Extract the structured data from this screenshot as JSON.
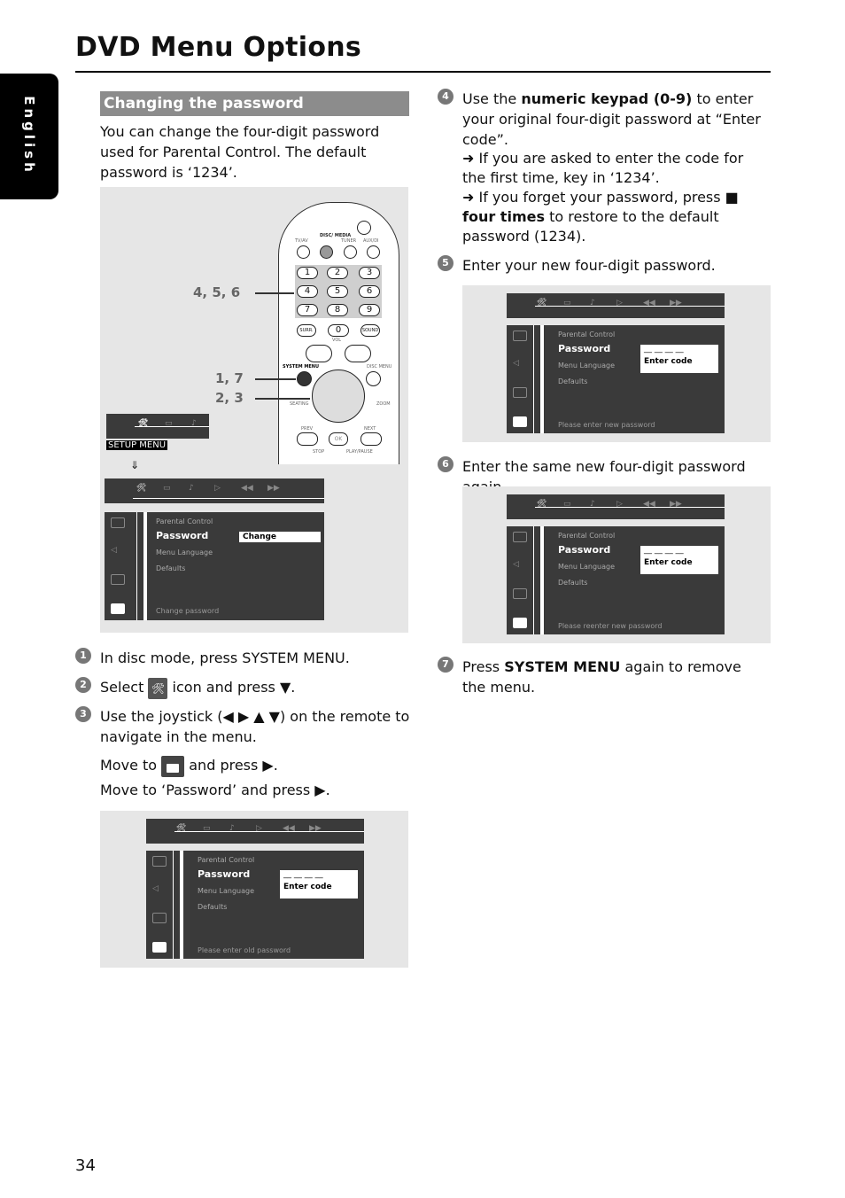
{
  "page": {
    "title": "DVD Menu Options",
    "language_tab": "English",
    "page_number": "34"
  },
  "left": {
    "section_heading": "Changing the password",
    "intro": "You can change the four-digit password used for Parental Control. The default password is ‘1234’.",
    "callouts": {
      "c1": "4, 5, 6",
      "c2": "1, 7",
      "c3": "2, 3"
    },
    "remote": {
      "labels": [
        "TV/AV",
        "DISC/ MEDIA",
        "TUNER",
        "AUX/DI"
      ],
      "keys": [
        "1",
        "2",
        "3",
        "4",
        "5",
        "6",
        "7",
        "8",
        "9",
        "0"
      ],
      "surr": "SURR.",
      "sound": "SOUND",
      "vol": "VOL",
      "system_menu": "SYSTEM MENU",
      "disc_menu": "DISC MENU",
      "seating": "SEATING",
      "zoom": "ZOOM",
      "prev": "PREV",
      "next": "NEXT",
      "ok": "OK",
      "stop": "STOP",
      "play_pause": "PLAY/PAUSE"
    },
    "setup_menu_label": "SETUP MENU",
    "screen1": {
      "items": [
        "Parental Control",
        "Password",
        "Menu Language",
        "Defaults"
      ],
      "field": "Change",
      "status": "Change  password"
    },
    "steps": [
      {
        "n": "1",
        "text": "In disc mode, press SYSTEM MENU."
      },
      {
        "n": "2",
        "pre": "Select",
        "post": "icon and press ▼."
      },
      {
        "n": "3",
        "text": "Use the joystick (◀ ▶ ▲ ▼) on the remote to navigate in the menu."
      }
    ],
    "move1_pre": "Move to",
    "move1_post": "and press ▶.",
    "move2": "Move to ‘Password’ and press ▶.",
    "screen2": {
      "items": [
        "Parental Control",
        "Password",
        "Menu Language",
        "Defaults"
      ],
      "dashes": "__ __ __ __",
      "field": "Enter code",
      "status": "Please enter old password"
    }
  },
  "right": {
    "step4": {
      "n": "4",
      "a": "Use the ",
      "b": "numeric keypad (0-9)",
      "c": " to enter your original four-digit password at “Enter code”.",
      "d": "➜ If you are asked to enter the code for the first time, key in ‘1234’.",
      "e": "➜ If you forget your password, press  ■  ",
      "f": "four times",
      "g": " to restore to the default password (1234)."
    },
    "step5": {
      "n": "5",
      "text": "Enter your new four-digit password."
    },
    "screen3": {
      "items": [
        "Parental Control",
        "Password",
        "Menu Language",
        "Defaults"
      ],
      "dashes": "__ __ __ __",
      "field": "Enter code",
      "status": "Please enter new password"
    },
    "step6": {
      "n": "6",
      "text": "Enter the same new four-digit password again."
    },
    "screen4": {
      "items": [
        "Parental Control",
        "Password",
        "Menu Language",
        "Defaults"
      ],
      "dashes": "__ __ __ __",
      "field": "Enter code",
      "status": "Please reenter new password"
    },
    "step7": {
      "n": "7",
      "a": "Press ",
      "b": "SYSTEM MENU",
      "c": " again to remove the menu."
    }
  }
}
